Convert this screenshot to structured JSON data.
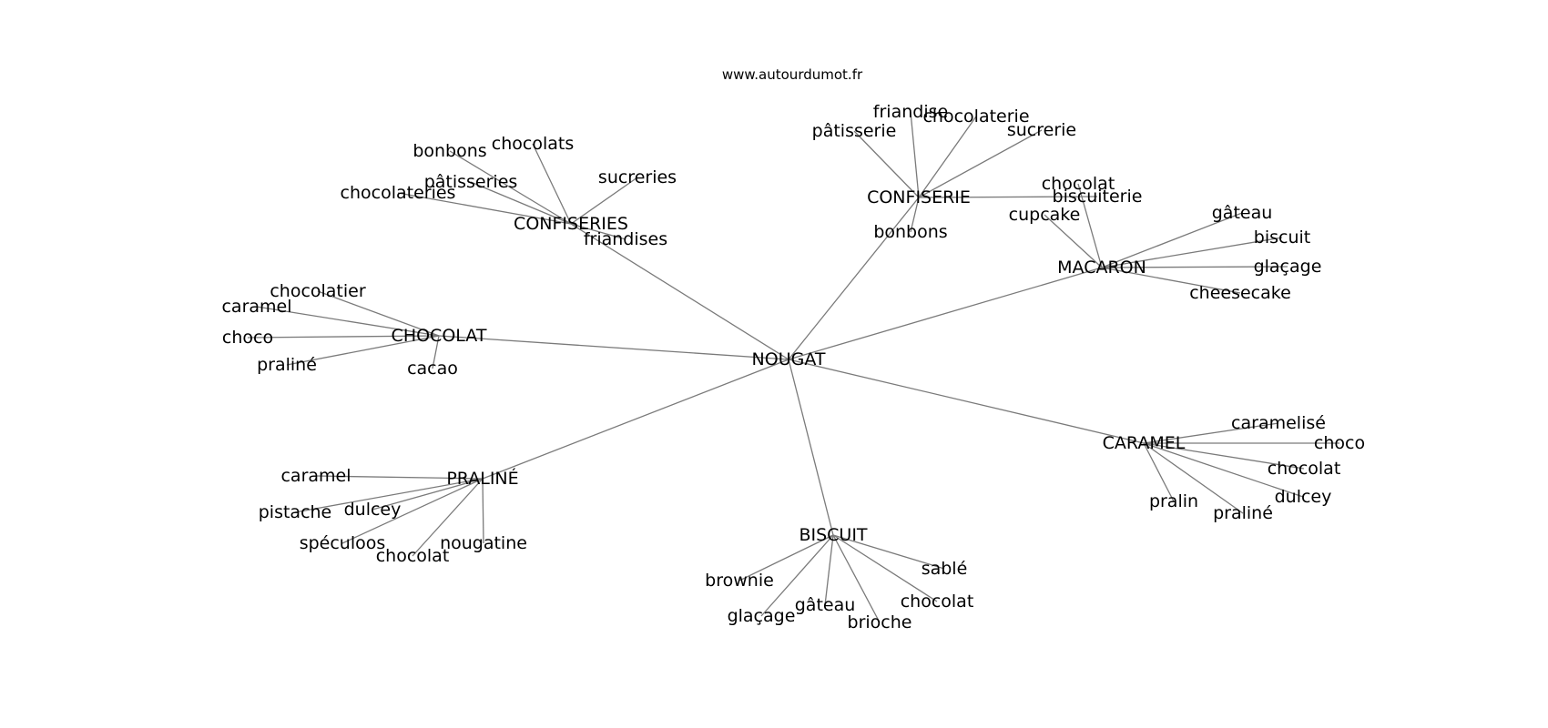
{
  "source": "www.autourdumot.fr",
  "center": "NOUGAT",
  "clusters": [
    {
      "hub": "CONFISERIES",
      "words": [
        "bonbons",
        "chocolats",
        "pâtisseries",
        "sucreries",
        "chocolateries",
        "friandises"
      ]
    },
    {
      "hub": "CONFISERIE",
      "words": [
        "friandise",
        "chocolaterie",
        "pâtisserie",
        "sucrerie",
        "biscuiterie",
        "bonbons"
      ]
    },
    {
      "hub": "MACARON",
      "words": [
        "chocolat",
        "cupcake",
        "gâteau",
        "biscuit",
        "glaçage",
        "cheesecake"
      ]
    },
    {
      "hub": "CHOCOLAT",
      "words": [
        "chocolatier",
        "caramel",
        "choco",
        "praliné",
        "cacao"
      ]
    },
    {
      "hub": "CARAMEL",
      "words": [
        "caramelisé",
        "choco",
        "chocolat",
        "dulcey",
        "praliné",
        "pralin"
      ]
    },
    {
      "hub": "PRALINÉ",
      "words": [
        "caramel",
        "pistache",
        "dulcey",
        "spéculoos",
        "chocolat",
        "nougatine"
      ]
    },
    {
      "hub": "BISCUIT",
      "words": [
        "brownie",
        "glaçage",
        "gâteau",
        "brioche",
        "chocolat",
        "sablé"
      ]
    }
  ]
}
